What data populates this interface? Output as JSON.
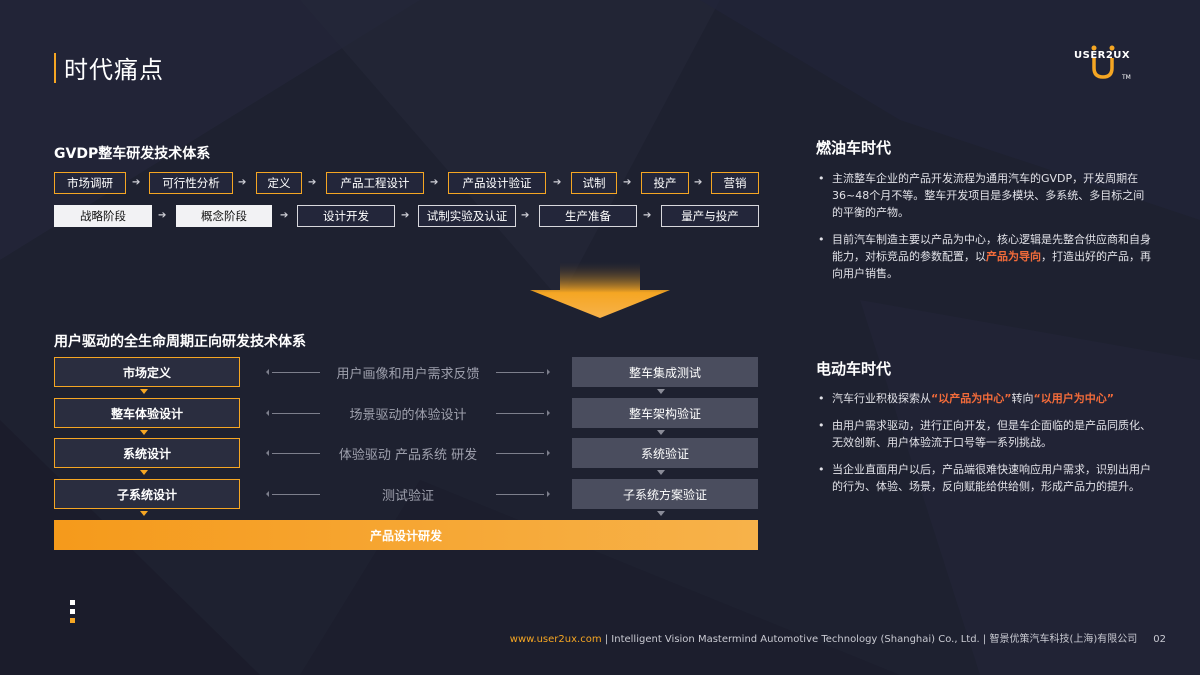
{
  "page": {
    "title": "时代痛点",
    "logo_text": "USER2UX",
    "logo_tm": "TM"
  },
  "gvdp": {
    "section_title": "GVDP整车研发技术体系",
    "row1": [
      "市场调研",
      "可行性分析",
      "定义",
      "产品工程设计",
      "产品设计验证",
      "试制",
      "投产",
      "营销"
    ],
    "row2": [
      "战略阶段",
      "概念阶段",
      "设计开发",
      "试制实验及认证",
      "生产准备",
      "量产与投产"
    ],
    "arrow_glyph": "➔"
  },
  "user_driven": {
    "section_title": "用户驱动的全生命周期正向研发技术体系",
    "rows": [
      {
        "left": "市场定义",
        "middle": "用户画像和用户需求反馈",
        "right": "整车集成测试"
      },
      {
        "left": "整车体验设计",
        "middle": "场景驱动的体验设计",
        "right": "整车架构验证"
      },
      {
        "left": "系统设计",
        "middle": "体验驱动 产品系统 研发",
        "right": "系统验证"
      },
      {
        "left": "子系统设计",
        "middle": "测试验证",
        "right": "子系统方案验证"
      }
    ],
    "bottom_bar": "产品设计研发"
  },
  "fuel_era": {
    "title": "燃油车时代",
    "b1": "主流整车企业的产品开发流程为通用汽车的GVDP，开发周期在36~48个月不等。整车开发项目是多模块、多系统、多目标之间的平衡的产物。",
    "b2_pre": "目前汽车制造主要以产品为中心，核心逻辑是先整合供应商和自身能力，对标竞品的参数配置，以",
    "b2_hl": "产品为导向",
    "b2_post": "，打造出好的产品，再向用户销售。"
  },
  "ev_era": {
    "title": "电动车时代",
    "b1_pre": "汽车行业积极探索从",
    "b1_q1": "“以产品为中心”",
    "b1_mid": "转向",
    "b1_q2": "“以用户为中心”",
    "b2": "由用户需求驱动，进行正向开发，但是车企面临的是产品同质化、无效创新、用户体验流于口号等一系列挑战。",
    "b3": "当企业直面用户以后，产品端很难快速响应用户需求，识别出用户的行为、体验、场景，反向赋能给供给侧，形成产品力的提升。"
  },
  "footer": {
    "url": "www.user2ux.com",
    "company": " | Intelligent Vision Mastermind Automotive Technology (Shanghai) Co., Ltd. | 智景优策汽车科技(上海)有限公司",
    "page_number": "02"
  },
  "colors": {
    "background": "#1e2130",
    "accent": "#f5a623",
    "highlight": "#f26b3a"
  }
}
